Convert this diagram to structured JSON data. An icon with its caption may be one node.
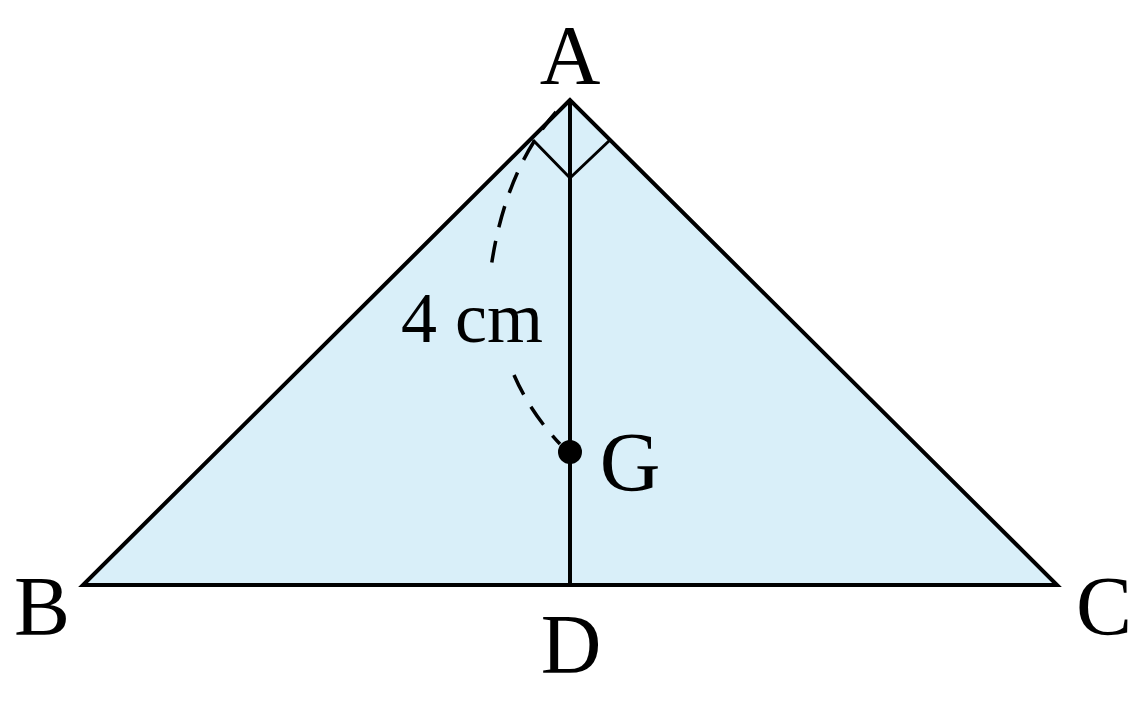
{
  "diagram": {
    "labels": [
      "A",
      "B",
      "C",
      "D",
      "G",
      "4 cm"
    ]
  }
}
